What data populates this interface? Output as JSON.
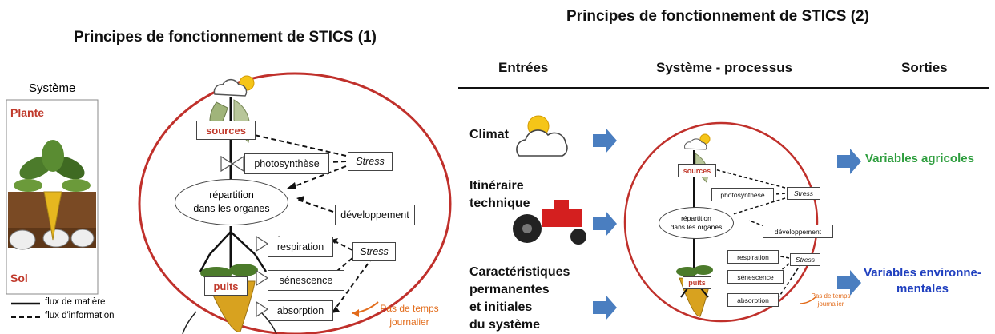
{
  "left": {
    "title": "Principes de fonctionnement de STICS (1)",
    "systeme_label": "Système",
    "plante_label": "Plante",
    "sol_label": "Sol",
    "legend": [
      "flux de matière",
      "flux d'information"
    ],
    "diagram": {
      "sources": "sources",
      "photosynthese": "photosynthèse",
      "stress": "Stress",
      "repartition": "répartition\ndans les organes",
      "developpement": "développement",
      "respiration": "respiration",
      "senescence": "sénescence",
      "puits": "puits",
      "absorption": "absorption",
      "pas_de_temps": "Pas de temps\njournalier"
    }
  },
  "right": {
    "title": "Principes de fonctionnement de STICS (2)",
    "headers": {
      "entrees": "Entrées",
      "systeme": "Système - processus",
      "sorties": "Sorties"
    },
    "inputs": {
      "climat": "Climat",
      "itineraire": "Itinéraire\ntechnique",
      "caracteristiques": "Caractéristiques\npermanentes\net initiales\ndu système"
    },
    "outputs": {
      "agricoles": "Variables agricoles",
      "environnementales": "Variables environne-\nmentales"
    },
    "colors": {
      "agricoles": "#2e9e3e",
      "environnementales": "#1f3fbf",
      "arrow": "#4a7ec0"
    }
  }
}
